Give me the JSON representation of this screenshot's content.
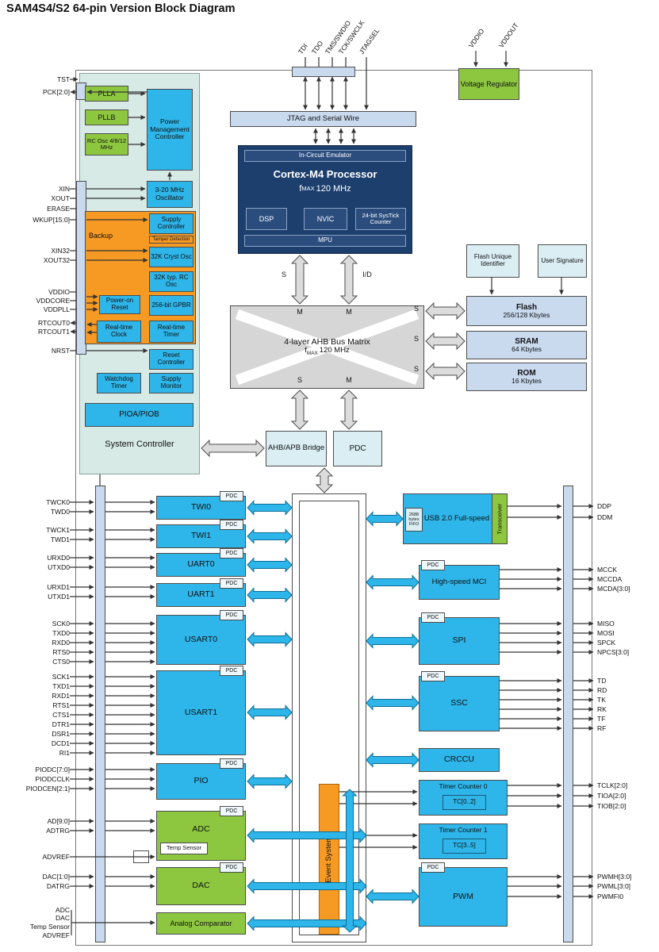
{
  "title": "SAM4S4/S2 64-pin Version Block Diagram",
  "pdc_tag": "PDC",
  "top": {
    "jtag_pins": [
      "TDI",
      "TDO",
      "TMS/SWDIO",
      "TCK/SWCLK",
      "JTAGSEL"
    ],
    "vdd_pins": [
      "VDDIO",
      "VDDOUT"
    ],
    "voltage_regulator": "Voltage Regulator",
    "jtag_serial_wire": "JTAG and Serial Wire"
  },
  "cortex": {
    "ice": "In-Circuit Emulator",
    "name": "Cortex-M4 Processor",
    "f": "f",
    "fsub": "MAX",
    "frest": "120 MHz",
    "dsp": "DSP",
    "nvic": "NVIC",
    "systick": "24-bit SysTick Counter",
    "mpu": "MPU"
  },
  "bus": {
    "s": "S",
    "m": "M",
    "id": "I/D",
    "matrix_name": "4-layer AHB Bus Matrix",
    "f": "f",
    "fsub": "MAX",
    "frest": "120 MHz"
  },
  "memories": {
    "flash_name": "Flash",
    "flash_size": "256/128 Kbytes",
    "sram_name": "SRAM",
    "sram_size": "64 Kbytes",
    "rom_name": "ROM",
    "rom_size": "16 Kbytes",
    "flash_uid": "Flash Unique Identifier",
    "user_sig": "User Signature"
  },
  "bridge": {
    "ahb_apb": "AHB/APB Bridge",
    "pdc": "PDC"
  },
  "sysctrl": {
    "label": "System Controller",
    "plla": "PLLA",
    "pllb": "PLLB",
    "rcosc": "RC Osc 4/8/12 MHz",
    "pmc": "Power Management Controller",
    "osc": "3-20 MHz Oscillator",
    "backup": "Backup",
    "supply_ctrl": "Supply Controller",
    "tamper": "Tamper Detection",
    "osc32k": "32K Cryst Osc",
    "rc32k": "32K typ. RC Osc",
    "por": "Power-on Reset",
    "gpbr": "256-bit GPBR",
    "rtc": "Real-time Clock",
    "rtt": "Real-time Timer",
    "rstc": "Reset Controller",
    "wdt": "Watchdog Timer",
    "supmon": "Supply Monitor",
    "pio": "PIOA/PIOB"
  },
  "left_periph": {
    "twi0": "TWI0",
    "twi1": "TWI1",
    "uart0": "UART0",
    "uart1": "UART1",
    "usart0": "USART0",
    "usart1": "USART1",
    "pio": "PIO",
    "adc": "ADC",
    "temp_sensor": "Temp Sensor",
    "dac": "DAC",
    "acomp": "Analog Comparator"
  },
  "right_periph": {
    "usb": "USB 2.0 Full-speed",
    "fifo": "2688 bytes FIFO",
    "transceiver": "Transceiver",
    "mci": "High-speed MCI",
    "spi": "SPI",
    "ssc": "SSC",
    "crccu": "CRCCU",
    "tc0": "Timer Counter 0",
    "tc0_ch": "TC[0..2]",
    "tc1": "Timer Counter 1",
    "tc1_ch": "TC[3..5]",
    "pwm": "PWM"
  },
  "event_system": "Event System",
  "pins": {
    "sys_top": [
      "TST",
      "PCK[2:0]"
    ],
    "sys_left": [
      "XIN",
      "XOUT",
      "ERASE",
      "WKUP[15:0]",
      "XIN32",
      "XOUT32",
      "VDDIO",
      "VDDCORE",
      "VDDPLL",
      "RTCOUT0",
      "RTCOUT1",
      "NRST"
    ],
    "twi0": [
      "TWCK0",
      "TWD0"
    ],
    "twi1": [
      "TWCK1",
      "TWD1"
    ],
    "uart0": [
      "URXD0",
      "UTXD0"
    ],
    "uart1": [
      "URXD1",
      "UTXD1"
    ],
    "usart0": [
      "SCK0",
      "TXD0",
      "RXD0",
      "RTS0",
      "CTS0"
    ],
    "usart1": [
      "SCK1",
      "TXD1",
      "RXD1",
      "RTS1",
      "CTS1",
      "DTR1",
      "DSR1",
      "DCD1",
      "RI1"
    ],
    "pio": [
      "PIODC[7:0]",
      "PIODCCLK",
      "PIODCEN[2:1]"
    ],
    "adc": [
      "AD[9:0]",
      "ADTRG"
    ],
    "advref": "ADVREF",
    "dac": [
      "DAC[1:0]",
      "DATRG"
    ],
    "acomp_in": [
      "ADC",
      "DAC",
      "Temp Sensor",
      "ADVREF"
    ],
    "usb": [
      "DDP",
      "DDM"
    ],
    "mci": [
      "MCCK",
      "MCCDA",
      "MCDA[3:0]"
    ],
    "spi": [
      "MISO",
      "MOSI",
      "SPCK",
      "NPCS[3:0]"
    ],
    "ssc": [
      "TD",
      "RD",
      "TK",
      "RK",
      "TF",
      "RF"
    ],
    "tc0": [
      "TCLK[2:0]",
      "TIOA[2:0]",
      "TIOB[2:0]"
    ],
    "pwm": [
      "PWMH[3:0]",
      "PWML[3:0]",
      "PWMFI0"
    ]
  },
  "colors": {
    "cyan": "#2eb5e9",
    "green": "#8dc63f",
    "orange": "#f79a23",
    "navy": "#1d3f6e",
    "lavender": "#c9d9ee",
    "pale": "#daeef4",
    "gray": "#d6d6d6"
  }
}
